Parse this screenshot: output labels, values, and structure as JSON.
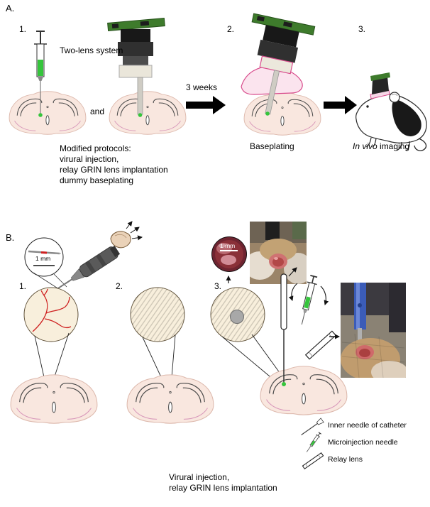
{
  "panelA": {
    "label": "A.",
    "step1": "1.",
    "step2": "2.",
    "step3": "3.",
    "two_lens_system": "Two-lens system",
    "and": "and",
    "duration": "3 weeks",
    "baseplating": "Baseplating",
    "invivo_italic": "In vivo",
    "invivo_rest": " imaging",
    "protocols": {
      "l1": "Modified protocols:",
      "l2": "virural injection,",
      "l3": "relay GRIN lens implantation",
      "l4": "dummy baseplating"
    }
  },
  "panelB": {
    "label": "B.",
    "step1": "1.",
    "step2": "2.",
    "step3": "3.",
    "needle_scale": "1 mm",
    "photo_scale": "1 mm",
    "legend": {
      "inner_needle": "Inner needle of catheter",
      "microinjection": "Microinjection needle",
      "relay_lens": "Relay lens"
    },
    "caption": {
      "l1": "Virural injection,",
      "l2": "relay GRIN lens implantation"
    }
  },
  "colors": {
    "green": "#35c53c",
    "pcb": "#3e7b2c",
    "brain-fill": "#f9e7df",
    "brain-edge": "#ddb9ad",
    "brain-pink": "#d898ba",
    "dish": "#f8efdc",
    "vessel": "#ce2020",
    "magenta": "#d84b8c"
  }
}
